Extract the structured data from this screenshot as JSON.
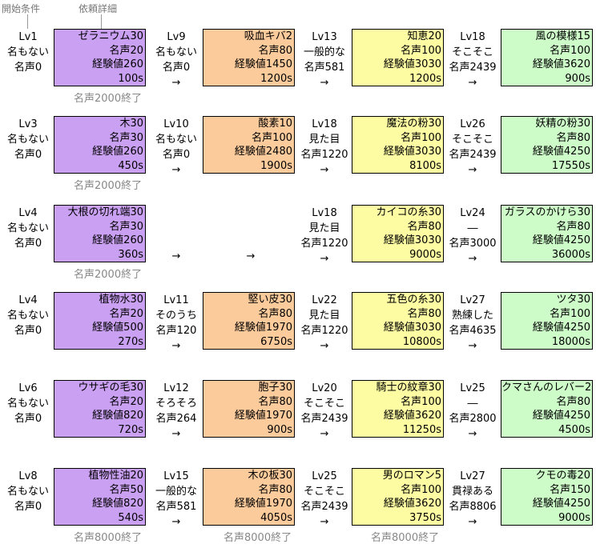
{
  "headers": {
    "start": "開始条件",
    "detail": "依頼詳細"
  },
  "colors": [
    "#c9a0f2",
    "#fccb9c",
    "#fdfca2",
    "#cdfcc9"
  ],
  "rows": [
    {
      "cells": [
        {
          "cond": [
            "Lv1",
            "名もない",
            "名声0"
          ],
          "arrow": "",
          "box": [
            "ゼラニウム30",
            "名声20",
            "経験値260",
            "100s"
          ]
        },
        {
          "cond": [
            "Lv9",
            "名もない",
            "名声0"
          ],
          "arrow": "→",
          "box": [
            "吸血キバ2",
            "名声80",
            "経験値1450",
            "1200s"
          ]
        },
        {
          "cond": [
            "Lv13",
            "一般的な",
            "名声581"
          ],
          "arrow": "→",
          "box": [
            "知恵20",
            "名声100",
            "経験値3030",
            "1200s"
          ]
        },
        {
          "cond": [
            "Lv18",
            "そこそこ",
            "名声2439"
          ],
          "arrow": "→",
          "box": [
            "風の模様15",
            "名声100",
            "経験値3620",
            "900s"
          ]
        }
      ],
      "endnotes": [
        "名声2000終了",
        "",
        ""
      ]
    },
    {
      "cells": [
        {
          "cond": [
            "Lv3",
            "名もない",
            "名声0"
          ],
          "arrow": "",
          "box": [
            "木30",
            "名声30",
            "経験値260",
            "450s"
          ]
        },
        {
          "cond": [
            "Lv10",
            "名もない",
            "名声0"
          ],
          "arrow": "→",
          "box": [
            "酸素10",
            "名声100",
            "経験値2480",
            "1900s"
          ]
        },
        {
          "cond": [
            "Lv18",
            "見た目",
            "名声1220"
          ],
          "arrow": "→",
          "box": [
            "魔法の粉30",
            "名声100",
            "経験値3030",
            "8100s"
          ]
        },
        {
          "cond": [
            "Lv26",
            "そこそこ",
            "名声2439"
          ],
          "arrow": "→",
          "box": [
            "妖精の粉30",
            "名声80",
            "経験値4250",
            "17550s"
          ]
        }
      ],
      "endnotes": [
        "名声2000終了",
        "",
        ""
      ]
    },
    {
      "cells": [
        {
          "cond": [
            "Lv4",
            "名もない",
            "名声0"
          ],
          "arrow": "",
          "box": [
            "大根の切れ端30",
            "名声30",
            "経験値260",
            "360s"
          ]
        },
        {
          "cond": null,
          "arrow": "→",
          "box": null
        },
        {
          "cond": [
            "Lv18",
            "見た目",
            "名声1220"
          ],
          "arrow": "→",
          "box": [
            "カイコの糸30",
            "名声80",
            "経験値3030",
            "9000s"
          ]
        },
        {
          "cond": [
            "Lv24",
            "―",
            "名声3000"
          ],
          "arrow": "→",
          "box": [
            "ガラスのかけら30",
            "名声80",
            "経験値4250",
            "36000s"
          ]
        }
      ],
      "extraArrow": "→",
      "endnotes": [
        "名声2000終了",
        "",
        ""
      ]
    },
    {
      "cells": [
        {
          "cond": [
            "Lv4",
            "名もない",
            "名声0"
          ],
          "arrow": "",
          "box": [
            "植物水30",
            "名声20",
            "経験値500",
            "270s"
          ]
        },
        {
          "cond": [
            "Lv11",
            "そのうち",
            "名声120"
          ],
          "arrow": "→",
          "box": [
            "堅い皮30",
            "名声80",
            "経験値1970",
            "6750s"
          ]
        },
        {
          "cond": [
            "Lv22",
            "見た目",
            "名声1220"
          ],
          "arrow": "→",
          "box": [
            "五色の糸30",
            "名声80",
            "経験値3030",
            "10800s"
          ]
        },
        {
          "cond": [
            "Lv27",
            "熟練した",
            "名声4635"
          ],
          "arrow": "→",
          "box": [
            "ツタ30",
            "名声100",
            "経験値4250",
            "18000s"
          ]
        }
      ],
      "endnotes": [
        "",
        "",
        ""
      ]
    },
    {
      "cells": [
        {
          "cond": [
            "Lv6",
            "名もない",
            "名声0"
          ],
          "arrow": "",
          "box": [
            "ウサギの毛30",
            "名声20",
            "経験値820",
            "720s"
          ]
        },
        {
          "cond": [
            "Lv12",
            "そろそろ",
            "名声264"
          ],
          "arrow": "→",
          "box": [
            "胞子30",
            "名声80",
            "経験値1970",
            "900s"
          ]
        },
        {
          "cond": [
            "Lv20",
            "そこそこ",
            "名声2439"
          ],
          "arrow": "→",
          "box": [
            "騎士の紋章30",
            "名声100",
            "経験値3620",
            "11250s"
          ]
        },
        {
          "cond": [
            "Lv25",
            "―",
            "名声2800"
          ],
          "arrow": "→",
          "box": [
            "クマさんのレバー2",
            "名声80",
            "経験値4250",
            "4500s"
          ]
        }
      ],
      "endnotes": [
        "",
        "",
        ""
      ]
    },
    {
      "cells": [
        {
          "cond": [
            "Lv8",
            "名もない",
            "名声0"
          ],
          "arrow": "",
          "box": [
            "植物性油20",
            "名声50",
            "経験値820",
            "540s"
          ]
        },
        {
          "cond": [
            "Lv15",
            "一般的な",
            "名声581"
          ],
          "arrow": "→",
          "box": [
            "木の板30",
            "名声80",
            "経験値1970",
            "4050s"
          ]
        },
        {
          "cond": [
            "Lv25",
            "そこそこ",
            "名声2439"
          ],
          "arrow": "→",
          "box": [
            "男のロマン5",
            "名声100",
            "経験値3620",
            "3750s"
          ]
        },
        {
          "cond": [
            "Lv27",
            "貫禄ある",
            "名声8806"
          ],
          "arrow": "→",
          "box": [
            "クモの毒20",
            "名声150",
            "経験値4250",
            "9000s"
          ]
        }
      ],
      "endnotes": [
        "名声8000終了",
        "名声8000終了",
        "名声8000終了"
      ]
    }
  ]
}
